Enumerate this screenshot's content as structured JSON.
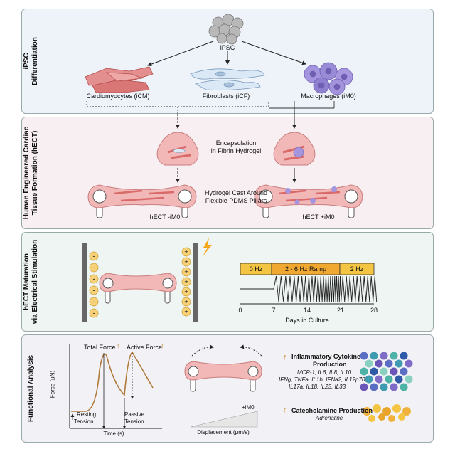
{
  "sections": {
    "s1": "iPSC\nDifferentiation",
    "s2": "Human Engineered Cardiac\nTissue Formation (hECT)",
    "s3": "hECT Maturation\nvia Electrical Stimulation",
    "s4": "Functional Analysis"
  },
  "diff": {
    "ipsc": "iPSC",
    "cm": "Cardiomyocytes (iCM)",
    "cf": "Fibroblasts (iCF)",
    "mac": "Macrophages (iM0)"
  },
  "formation": {
    "encap1": "Encapsulation",
    "encap2": "in Fibrin Hydrogel",
    "cast1": "Hydrogel Cast Around",
    "cast2": "Flexible PDMS Pillars",
    "left": "hECT -iM0",
    "right": "hECT +iM0"
  },
  "stim": {
    "phases": [
      "0 Hz",
      "2 - 6 Hz Ramp",
      "2 Hz"
    ],
    "ticks": [
      "0",
      "7",
      "14",
      "21",
      "28"
    ],
    "xlabel": "Days in Culture",
    "minus": "-",
    "plus": "+"
  },
  "func": {
    "total": "Total Force",
    "active": "Active Force",
    "ylabel": "Force (μN)",
    "resting1": "Resting",
    "resting2": "Tension",
    "passive1": "Passive",
    "passive2": "Tension",
    "xlabel": "Time (s)",
    "im0": "+iM0",
    "disp": "Displacement (μm/s)",
    "cyto1": "Inflammatory Cytokine",
    "cyto2": "Production",
    "cytoList1": "MCP-1, IL6, IL8, IL10",
    "cytoList2": "IFNg, TNFa, IL1b, IFNa2, IL12p70,",
    "cytoList3": "IL17a, IL18, IL23, IL33",
    "cat": "Catecholamine Production",
    "catSub": "Adrenaline",
    "arrow": "↑"
  },
  "colors": {
    "tissue": "#f2b8b8",
    "cm": "#e07f7f",
    "mac": "#9d8fd6",
    "orange": "#f4c542",
    "accent": "#c8862a"
  }
}
